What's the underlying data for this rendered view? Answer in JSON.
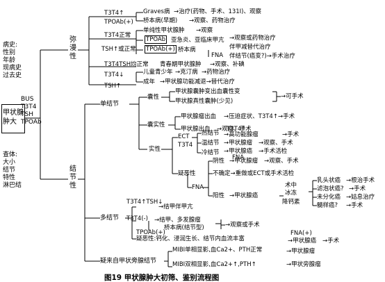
{
  "root": {
    "label": "甲状腺\n肿大"
  },
  "history": "病史:\n性别\n年龄\n现病史\n过去史",
  "exam": "查体:\n大小\n结节\n特性\n淋巴结",
  "tests": "BUS\nT3T4\nTSH\nTPOAb",
  "diffuse": "弥漫性",
  "nodular": "结节性",
  "d1": {
    "cond": "T3T4↑",
    "cond2": "TPOAb(+)",
    "a": "Graves病",
    "a_out": "→治疗(药物、手术、131I)、观察",
    "b": "桥本病(早期)",
    "b_out": "→观察、药物治疗"
  },
  "d2": {
    "cond": "T3T4正常",
    "cond2": "TSH↑或正常",
    "a": "单纯性甲状腺肿",
    "a_out": "→观察",
    "b": "亚急炎、亚临床甲亢",
    "b_tag": "TPOAb",
    "b_out": "→观察或药物治疗",
    "c_tag": "TPOAb(+)",
    "c": "桥本病",
    "c_out": "伴甲减替代治疗",
    "c_fna": "FNA",
    "c_out2": "伴结节(癌变?)→手术治疗"
  },
  "d3": {
    "cond": "T3T4TSH均正常",
    "a": "青春期甲状腺肿",
    "a_out": "→观察、补碘"
  },
  "d4": {
    "cond": "T3T4↓",
    "cond2": "TSH↑",
    "a": "儿童青少年",
    "a_mid": "→克汀病",
    "a_out": "→药物治疗",
    "b": "成年",
    "b_out": "→甲状腺功能减退→替代治疗"
  },
  "s": {
    "title": "单结节",
    "cyst": "囊性",
    "cyst_a": "甲状腺囊肿变出血囊性变",
    "cyst_b": "甲状腺真性囊肿(少见)",
    "cyst_out": "→可手术",
    "mixed": "囊实性",
    "mixed_a": "甲状腺瘤出血",
    "mixed_a2": "→压迫症状、T3T4↑→手术",
    "mixed_b": "甲状腺出血",
    "mixed_b2": "→观察、手术",
    "solid": "实性",
    "ect": "ECT",
    "t3t4": "T3T4",
    "hot": "热结节",
    "hot_tag": "T3T4↑",
    "hot_out": "→高功能腺瘤",
    "hot_out2": "→手术",
    "warm": "温结节",
    "warm_out": "→甲状腺瘤",
    "warm_out2": "→观察、手术",
    "cold": "冷结节",
    "cold_out": "→甲状腺癌",
    "cold_out2": "→手术活检",
    "fna_mid": "FNA",
    "neg": "阴性",
    "neg_out": "→甲状腺瘤",
    "neg_out2": "→观察、手术",
    "susp": "疑恶性",
    "unsure": "不确定→重做或ECT或手术活检",
    "fna": "FNA",
    "pos": "阳性",
    "pos_out": "→甲状腺癌",
    "op": "术中",
    "frozen": "冰冻",
    "ct": "降钙素",
    "ca1": "乳头状癌",
    "ca1_out": "→根治手术",
    "ca2": "滤泡状癌?",
    "ca2_out": "→手术",
    "ca3": "未分化癌",
    "ca3_out": "→姑息治疗",
    "ca4": "髓样癌?",
    "ca4_out": "→手术"
  },
  "m": {
    "title": "多结节",
    "a_tag": "T3T4↑TSH↓",
    "a": "→结甲伴甲亢",
    "b_tag": "T3T4(-)",
    "b1": "→结甲、多发腺瘤",
    "b2": "桥本病(结节型)",
    "b_out": "→观察或手术",
    "b_tag2": "TPOAb(+)",
    "c": "疑恶性:钙化、浸润生长、结节内血流丰富",
    "c_tag": "FNA(+)",
    "c_out": "→甲状腺癌",
    "c_out2": "→手术"
  },
  "p": {
    "title": "疑来自甲状旁腺结节",
    "a": "MIBI单相显影,血Ca2+、PTH正常",
    "a_out": "→甲状腺瘤",
    "b": "MIBI双相显影,血Ca2+↑,PTH↑",
    "b_out": "→甲状旁腺瘤"
  },
  "caption": "图19  甲状腺肿大初筛、鉴别流程图"
}
